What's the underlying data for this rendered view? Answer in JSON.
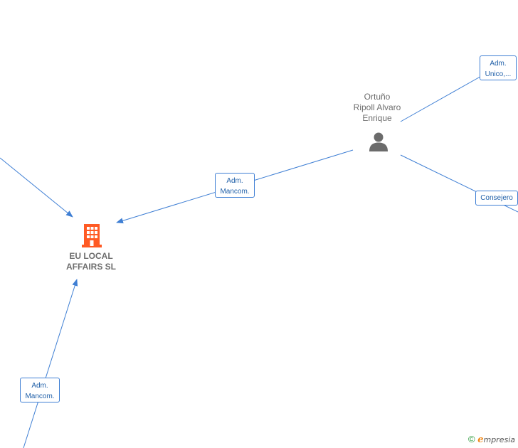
{
  "company": {
    "name": "EU LOCAL\nAFFAIRS  SL",
    "color": "#ff5a24"
  },
  "person": {
    "name": "Ortuño\nRipoll Alvaro\nEnrique",
    "color": "#6b6b6b"
  },
  "roles": {
    "adm_mancom_top": "Adm.\nMancom.",
    "adm_mancom_bottom": "Adm.\nMancom.",
    "adm_unico": "Adm.\nUnico,...",
    "consejero": "Consejero"
  },
  "colors": {
    "edge": "#3f7fd4"
  },
  "brand": {
    "copyright": "©",
    "e": "e",
    "name": "mpresia"
  }
}
